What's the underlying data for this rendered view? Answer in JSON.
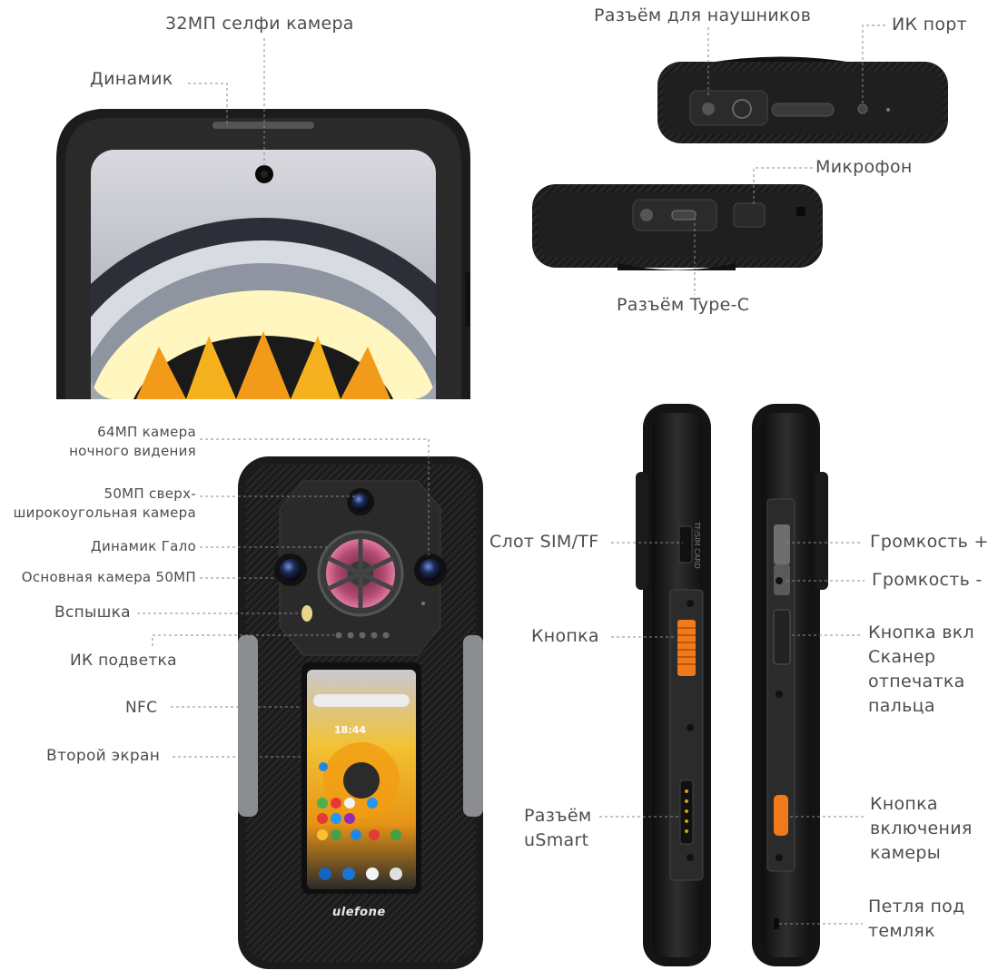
{
  "labels": {
    "selfie_camera": "32МП селфи камера",
    "speaker": "Динамик",
    "headphone_jack": "Разъём для наушников",
    "ir_port": "ИК порт",
    "microphone": "Микрофон",
    "type_c": "Разъём Type-C",
    "night_camera_line1": "64МП камера",
    "night_camera_line2": "ночного видения",
    "ultrawide_line1": "50МП сверх-",
    "ultrawide_line2": "широкоугольная камера",
    "halo_speaker": "Динамик Гало",
    "main_camera": "Основная камера 50МП",
    "flash": "Вспышка",
    "ir_illuminator": "ИК подветка",
    "nfc": "NFC",
    "second_screen": "Второй экран",
    "sim_slot": "Слот SIM/TF",
    "custom_button": "Кнопка",
    "usmart_line1": "Разъём",
    "usmart_line2": "uSmart",
    "volume_up": "Громкость +",
    "volume_down": "Громкость -",
    "power_button_line1": "Кнопка вкл",
    "power_button_line2": "Сканер",
    "power_button_line3": "отпечатка",
    "power_button_line4": "пальца",
    "camera_button_line1": "Кнопка",
    "camera_button_line2": "включения",
    "camera_button_line3": "камеры",
    "lanyard_line1": "Петля под",
    "lanyard_line2": "темляк"
  },
  "mini_screen": {
    "time": "18:44"
  },
  "brand_logo": "ulefone",
  "sim_tray_print": "TF/SIM CARD",
  "colors": {
    "body_dark": "#1f1f1f",
    "accent_orange": "#f07a1a",
    "screen_yellow": "#f5c518",
    "leader_line": "#8a8a8a"
  }
}
